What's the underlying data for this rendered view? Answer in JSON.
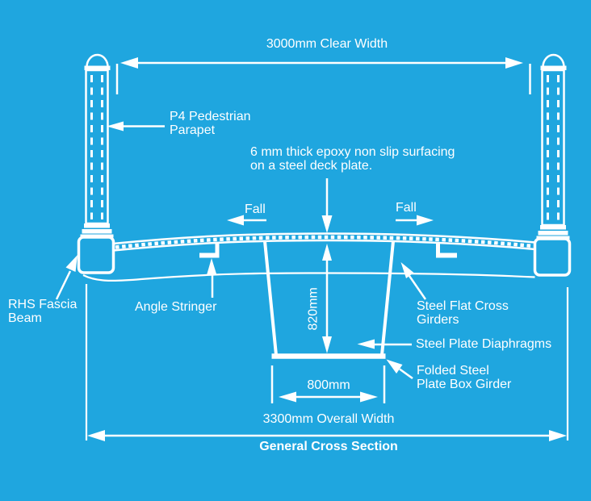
{
  "colors": {
    "background": "#1FA6DF",
    "ink": "#FFFFFF"
  },
  "dimensions": {
    "clear_width": "3000mm Clear Width",
    "overall_width": "3300mm Overall Width",
    "box_depth": "820mm",
    "box_width": "800mm"
  },
  "labels": {
    "parapet": "P4 Pedestrian\nParapet",
    "surfacing": "6 mm thick epoxy non slip surfacing\non a steel deck plate.",
    "fall_left": "Fall",
    "fall_right": "Fall",
    "fascia": "RHS Fascia\nBeam",
    "angle_stringer": "Angle Stringer",
    "cross_girders": "Steel Flat Cross\nGirders",
    "diaphragms": "Steel Plate Diaphragms",
    "box_girder": "Folded Steel\nPlate Box Girder"
  },
  "title": "General Cross Section"
}
